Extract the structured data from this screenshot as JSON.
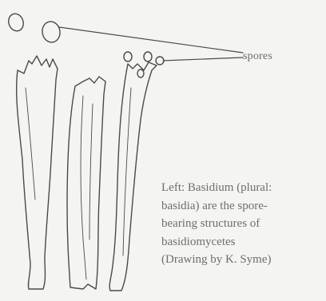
{
  "labels": {
    "spores": "spores"
  },
  "caption": {
    "lines": [
      "Left: Basidium (plural:",
      "basidia) are the spore-",
      "bearing structures of",
      "basidiomycetes",
      "(Drawing by K. Syme)"
    ]
  }
}
